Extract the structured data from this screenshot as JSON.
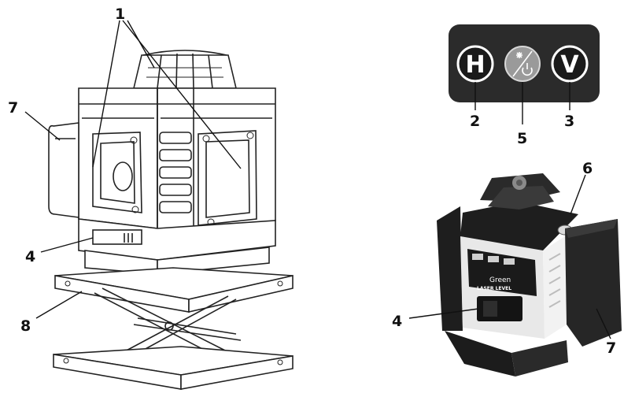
{
  "callouts": {
    "laser_window": "1",
    "h_button": "2",
    "v_button": "3",
    "battery_compartment": "4",
    "power_button": "5",
    "bubble_level": "6",
    "battery_pack": "7",
    "lift_stand": "8"
  },
  "control_panel": {
    "h_label": "H",
    "v_label": "V",
    "power_icon": "laser-power-icon"
  },
  "device": {
    "brand_line1": "Green",
    "brand_line2": "LASER LEVEL"
  },
  "colors": {
    "panel_bg": "#2b2b2b",
    "button_ring": "#ffffff",
    "power_button": "#9a9a9a",
    "housing_dark": "#1e1e1e",
    "housing_light": "#e8e8e8"
  }
}
